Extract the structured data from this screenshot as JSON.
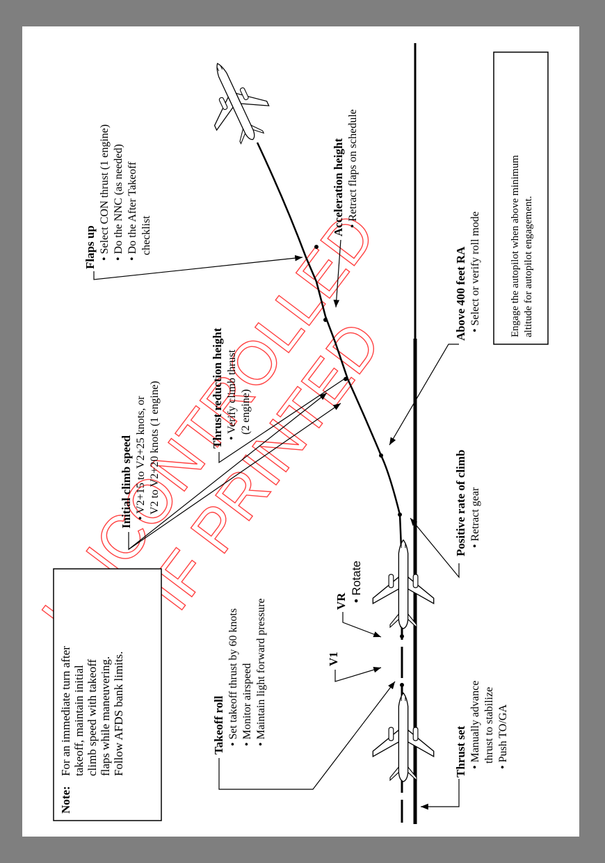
{
  "note": {
    "label": "Note:",
    "lines": [
      "For an immediate turn after",
      "takeoff, maintain initial",
      "climb speed with takeoff",
      "flaps while maneuvering.",
      "Follow AFDS bank limits."
    ]
  },
  "autopilot_box": {
    "lines": [
      "Engage the autopilot when above minimum",
      "altitude for autopilot engagement."
    ]
  },
  "watermark": [
    "UNCONTROLLED",
    "IF PRINTED"
  ],
  "callouts": {
    "flaps_up": {
      "title": "Flaps up",
      "lines": [
        "• Select CON thrust (1 engine)",
        "• Do the NNC (as needed)",
        "• Do the After Takeoff",
        "checklist"
      ]
    },
    "initial_climb": {
      "title": "Initial climb speed",
      "lines": [
        "• V2+15 to V2+25 knots, or",
        "V2 to V2+20 knots (1 engine)"
      ]
    },
    "thrust_reduction": {
      "title": "Thrust reduction height",
      "lines": [
        "• Verify climb thrust",
        "(2 engine)"
      ]
    },
    "acceleration": {
      "title": "Acceleration height",
      "lines": [
        "• Retract flaps on schedule"
      ]
    },
    "above_400": {
      "title": "Above 400 feet RA",
      "lines": [
        "• Select or verify roll mode"
      ]
    },
    "positive_rate": {
      "title": "Positive rate of climb",
      "lines": [
        "• Retract gear"
      ]
    },
    "takeoff_roll": {
      "title": "Takeoff roll",
      "lines": [
        "• Set takeoff thrust by 60 knots",
        "• Monitor airspeed",
        "• Maintain light forward pressure"
      ]
    },
    "v1": {
      "title": "V1"
    },
    "vr": {
      "title": "VR",
      "lines": [
        "• Rotate"
      ]
    },
    "thrust_set": {
      "title": "Thrust set",
      "lines": [
        "• Manually advance",
        "thrust to stabilize",
        "• Push TO/GA"
      ]
    }
  },
  "colors": {
    "watermark": "#ff0000",
    "frame": "#7f7f7f"
  }
}
